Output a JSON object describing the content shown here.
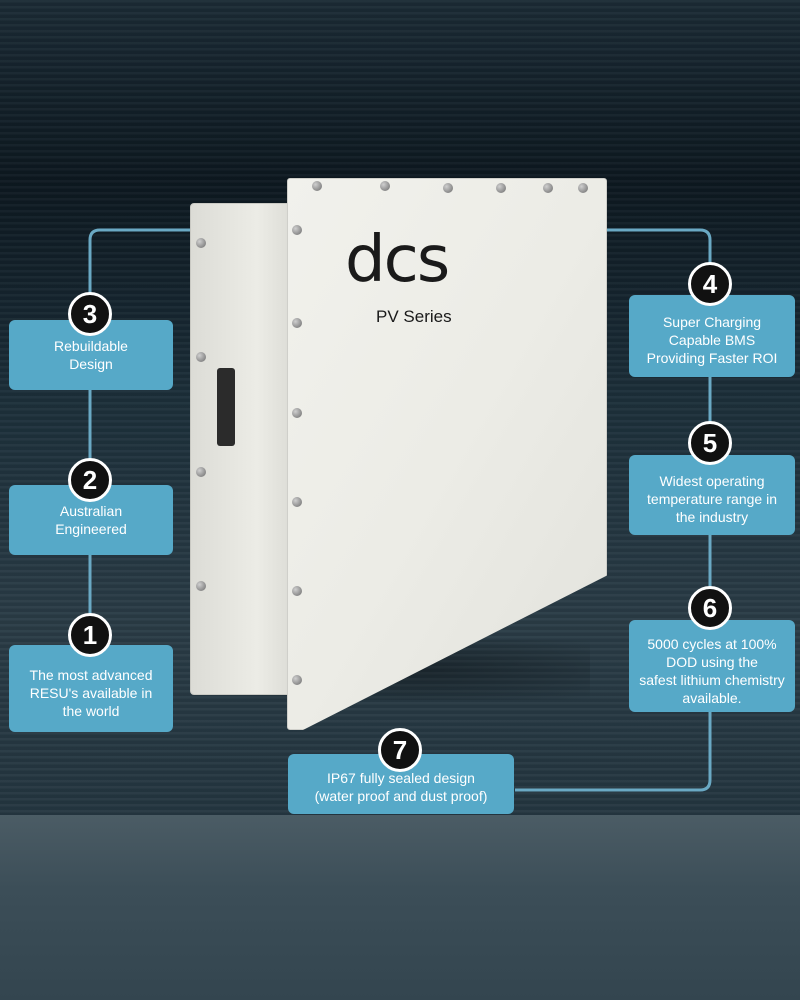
{
  "product": {
    "logo_text": "dcs",
    "series_text": "PV Series"
  },
  "colors": {
    "box": "#56a9c8",
    "badge_bg": "#111111",
    "line": "#6aa9c4"
  },
  "features": [
    {
      "number": "1",
      "text": "The most advanced\nRESU's available in\nthe world"
    },
    {
      "number": "2",
      "text": "Australian\nEngineered"
    },
    {
      "number": "3",
      "text": "Rebuildable\nDesign"
    },
    {
      "number": "4",
      "text": "Super Charging\nCapable BMS\nProviding Faster ROI"
    },
    {
      "number": "5",
      "text": "Widest operating\ntemperature range in\nthe industry"
    },
    {
      "number": "6",
      "text": "5000 cycles at 100%\nDOD using the\nsafest lithium chemistry\navailable."
    },
    {
      "number": "7",
      "text": "IP67 fully sealed design\n(water proof and dust proof)"
    }
  ]
}
